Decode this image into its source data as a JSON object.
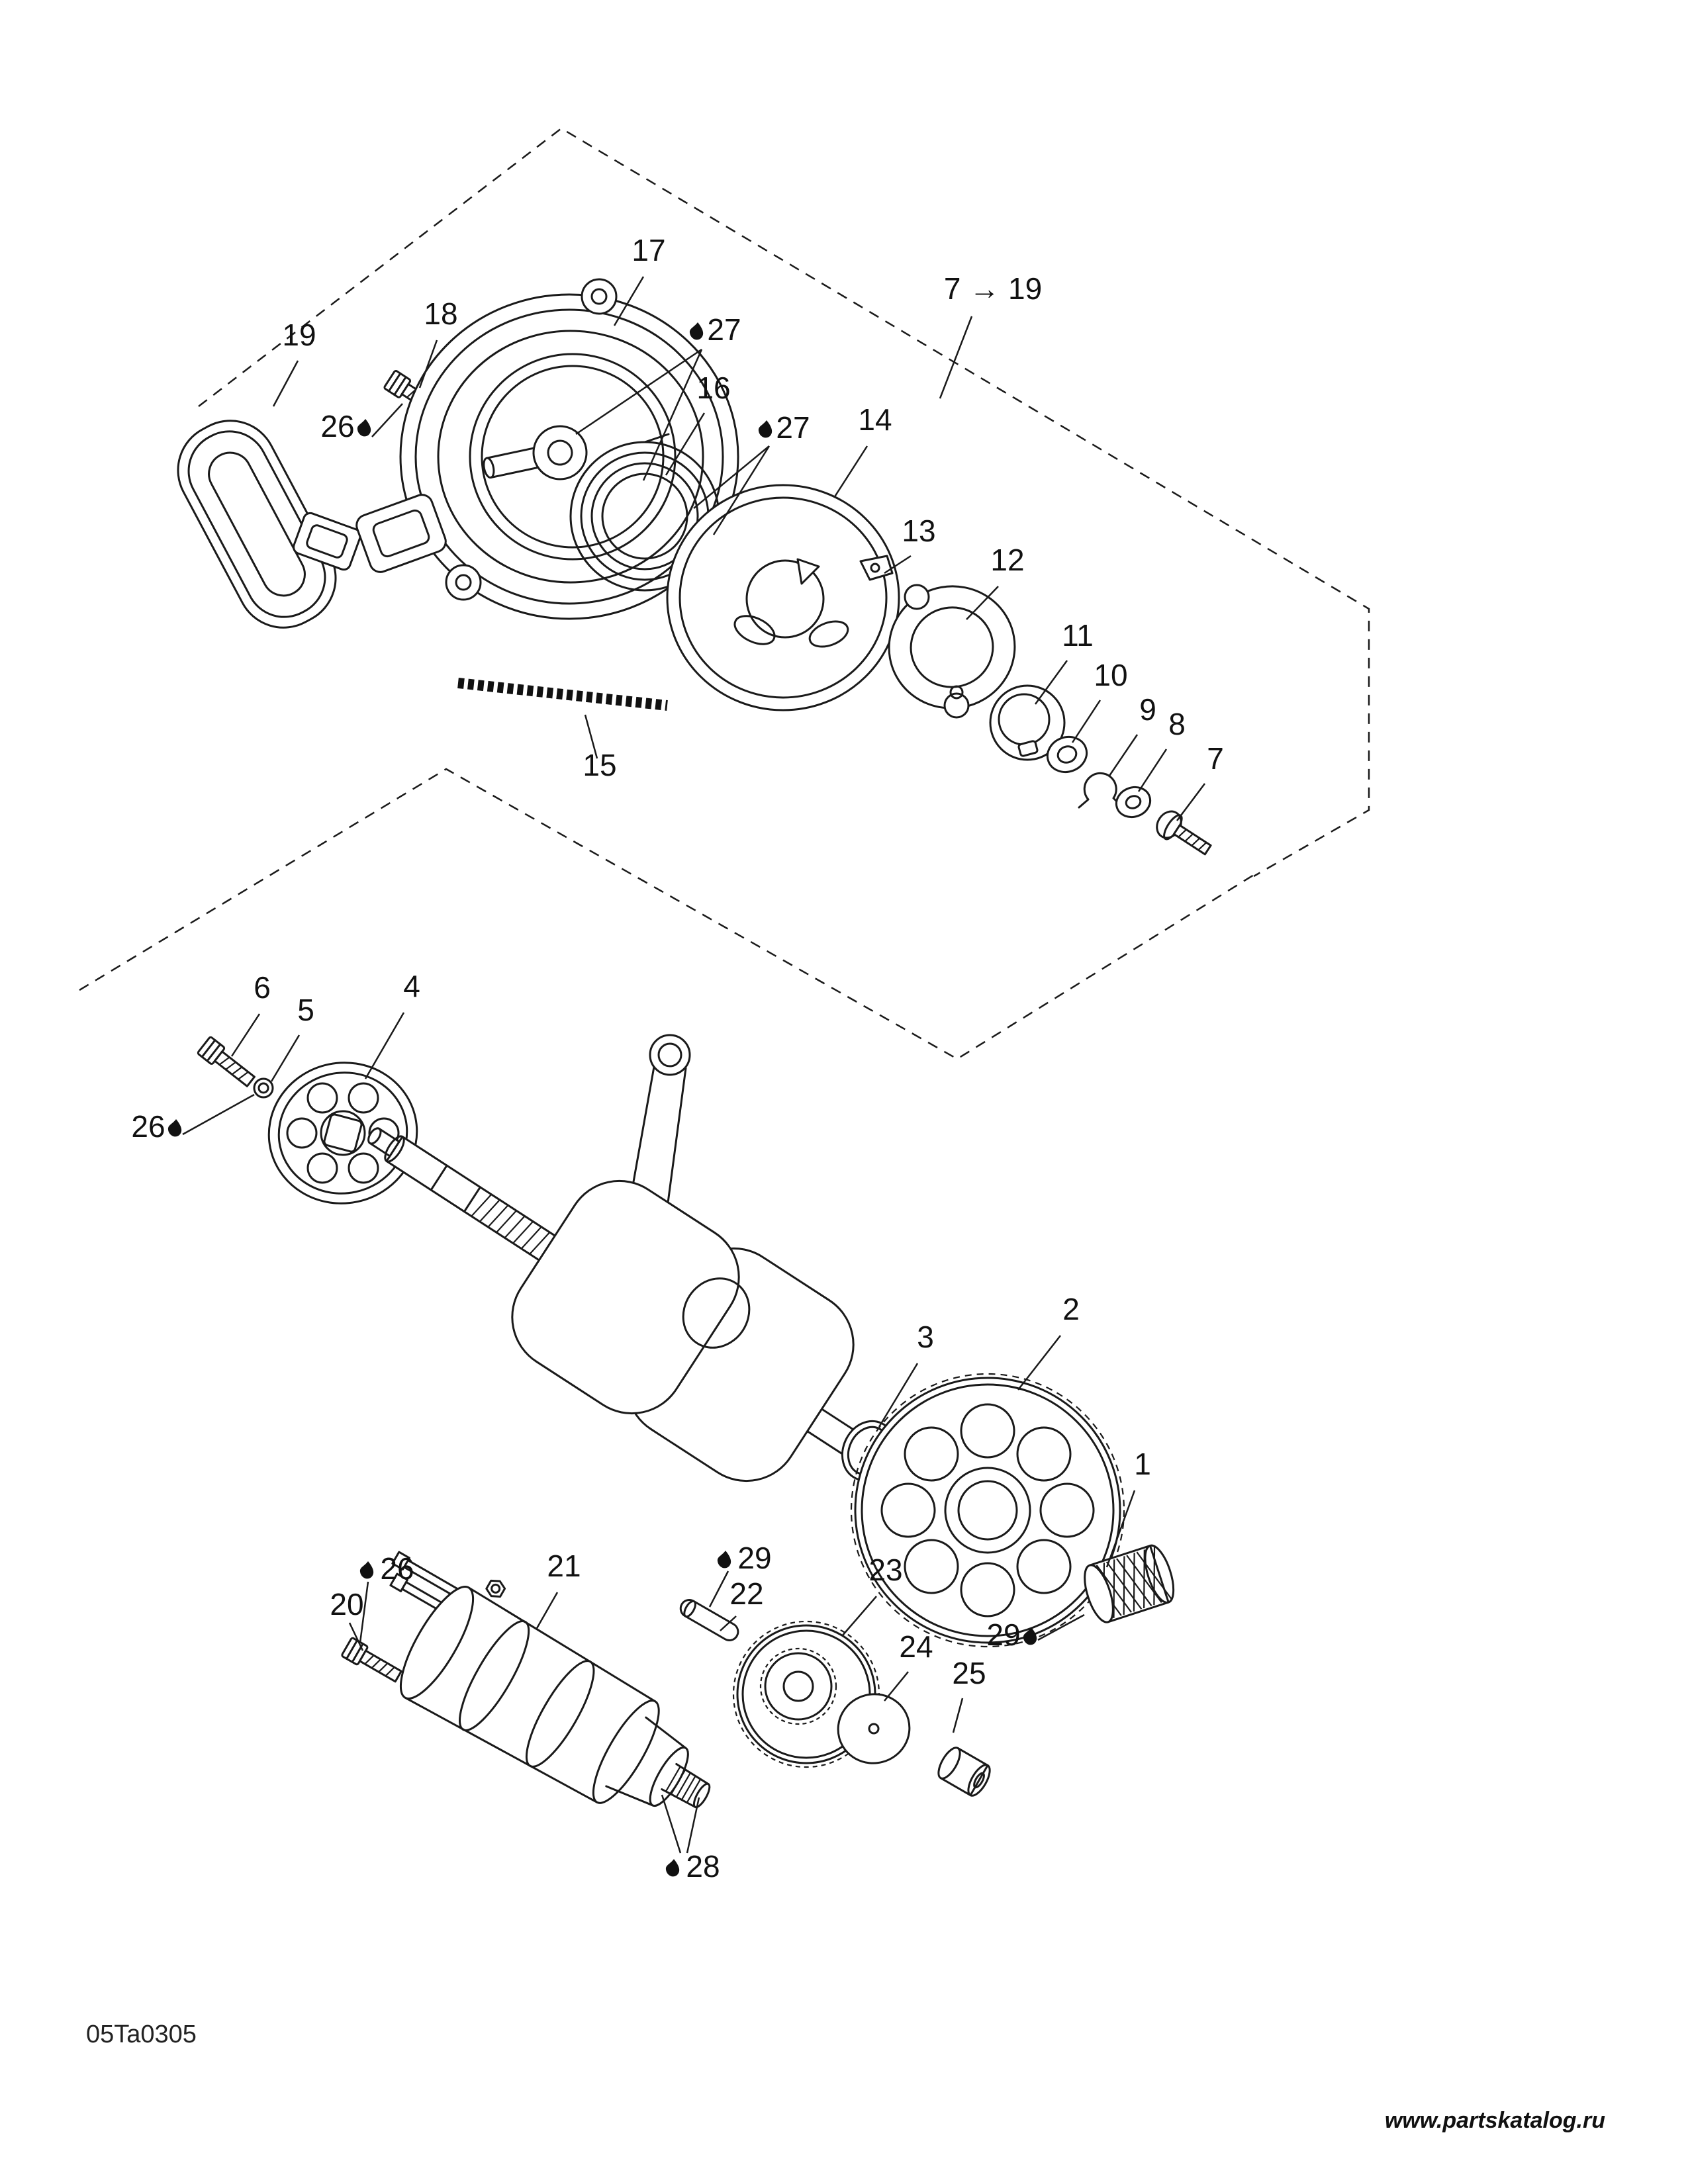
{
  "page": {
    "doc_code": "05Ta0305",
    "watermark": {
      "text": "www.partskatalog.ru",
      "color": "#cc2222"
    },
    "background": "#ffffff",
    "line_color": "#1a1a1a"
  },
  "callouts": {
    "c1": {
      "label": "1"
    },
    "c2": {
      "label": "2"
    },
    "c3": {
      "label": "3"
    },
    "c4": {
      "label": "4"
    },
    "c5": {
      "label": "5"
    },
    "c6": {
      "label": "6"
    },
    "c7": {
      "label": "7"
    },
    "c8": {
      "label": "8"
    },
    "c9": {
      "label": "9"
    },
    "c10": {
      "label": "10"
    },
    "c11": {
      "label": "11"
    },
    "c12": {
      "label": "12"
    },
    "c13": {
      "label": "13"
    },
    "c14": {
      "label": "14"
    },
    "c15": {
      "label": "15"
    },
    "c16": {
      "label": "16"
    },
    "c17": {
      "label": "17"
    },
    "c18": {
      "label": "18"
    },
    "c19": {
      "label": "19"
    },
    "c20": {
      "label": "20"
    },
    "c21": {
      "label": "21"
    },
    "c22": {
      "label": "22"
    },
    "c23": {
      "label": "23"
    },
    "c24": {
      "label": "24"
    },
    "c25": {
      "label": "25"
    },
    "c7_19": {
      "label": "7 → 19"
    },
    "c26a": {
      "label": "26"
    },
    "c26b": {
      "label": "26"
    },
    "c26c": {
      "label": "26"
    },
    "c27a": {
      "label": "27"
    },
    "c27b": {
      "label": "27"
    },
    "c28": {
      "label": "28"
    },
    "c29a": {
      "label": "29"
    },
    "c29b": {
      "label": "29"
    }
  }
}
